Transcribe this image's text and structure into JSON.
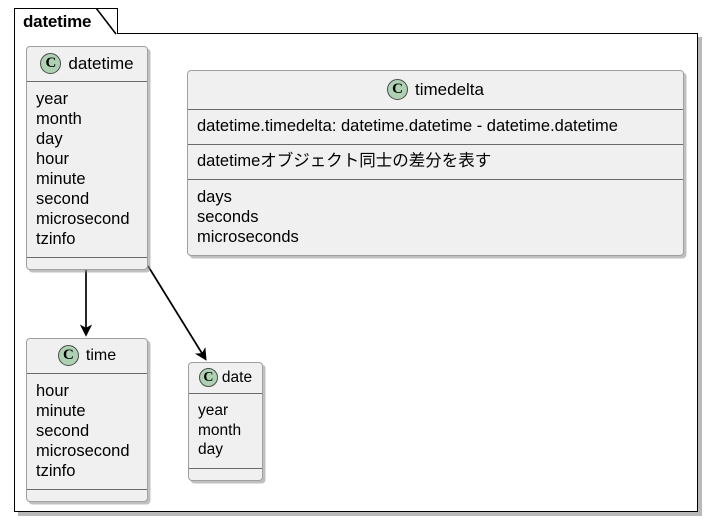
{
  "package": {
    "name": "datetime",
    "tab_label": "datetime"
  },
  "classes": [
    {
      "id": "datetime",
      "name": "datetime",
      "stereotype_icon": "class-icon",
      "stereotype_letter": "C",
      "attributes": [
        "year",
        "month",
        "day",
        "hour",
        "minute",
        "second",
        "microsecond",
        "tzinfo"
      ],
      "methods": []
    },
    {
      "id": "timedelta",
      "name": "timedelta",
      "stereotype_icon": "class-icon",
      "stereotype_letter": "C",
      "signature": "datetime.timedelta: datetime.datetime - datetime.datetime",
      "note": "datetimeオブジェクト同士の差分を表す",
      "attributes": [
        "days",
        "seconds",
        "microseconds"
      ]
    },
    {
      "id": "time",
      "name": "time",
      "stereotype_icon": "class-icon",
      "stereotype_letter": "C",
      "attributes": [
        "hour",
        "minute",
        "second",
        "microsecond",
        "tzinfo"
      ],
      "methods": []
    },
    {
      "id": "date",
      "name": "date",
      "stereotype_icon": "class-icon",
      "stereotype_letter": "C",
      "attributes": [
        "year",
        "month",
        "day"
      ],
      "methods": []
    }
  ],
  "edges": [
    {
      "from": "datetime",
      "to": "time",
      "style": "solid-arrow"
    },
    {
      "from": "datetime",
      "to": "date",
      "style": "solid-arrow"
    }
  ],
  "colors": {
    "class_fill": "#F0F0F0",
    "class_border": "#A0A0A0",
    "icon_fill": "#ADD1B2",
    "icon_border": "#4A4A4A",
    "package_border": "#000000",
    "edge": "#000000",
    "page_background": "#FFFFFF"
  }
}
